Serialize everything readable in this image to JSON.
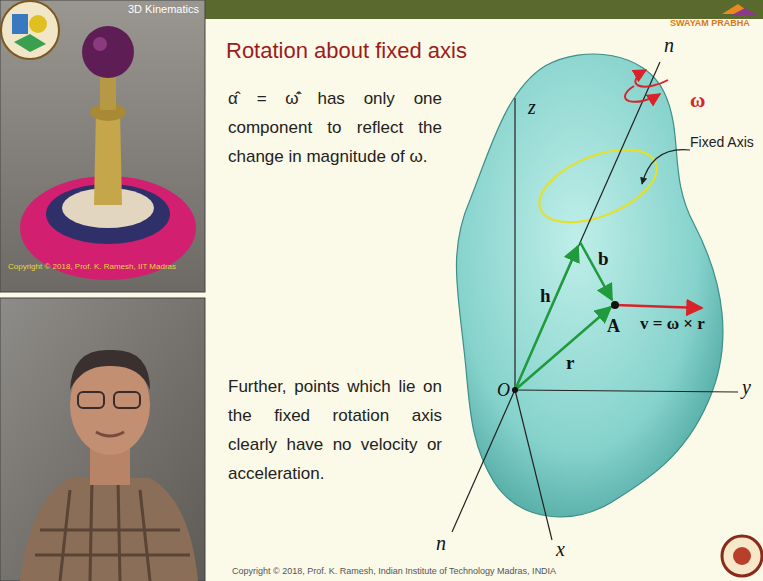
{
  "diagram": {
    "title": "Rotation about fixed axis",
    "labels": [
      "3D Kinematics",
      "SWAYAM PRABHA",
      "Copyright © 2018, Prof. K. Ramesh, IIT Madras",
      "α̂ = ω̂̇ has only one component to reflect the change in magnitude of ω.",
      "Further, points which lie on the fixed rotation axis clearly have no velocity or acceleration.",
      "n",
      "ω",
      "Fixed Axis",
      "z",
      "h",
      "b",
      "A",
      "v = ω × r",
      "r",
      "O",
      "y",
      "n",
      "x",
      "Copyright © 2018, Prof. K. Ramesh, Indian Institute of Technology Madras, INDIA"
    ]
  }
}
